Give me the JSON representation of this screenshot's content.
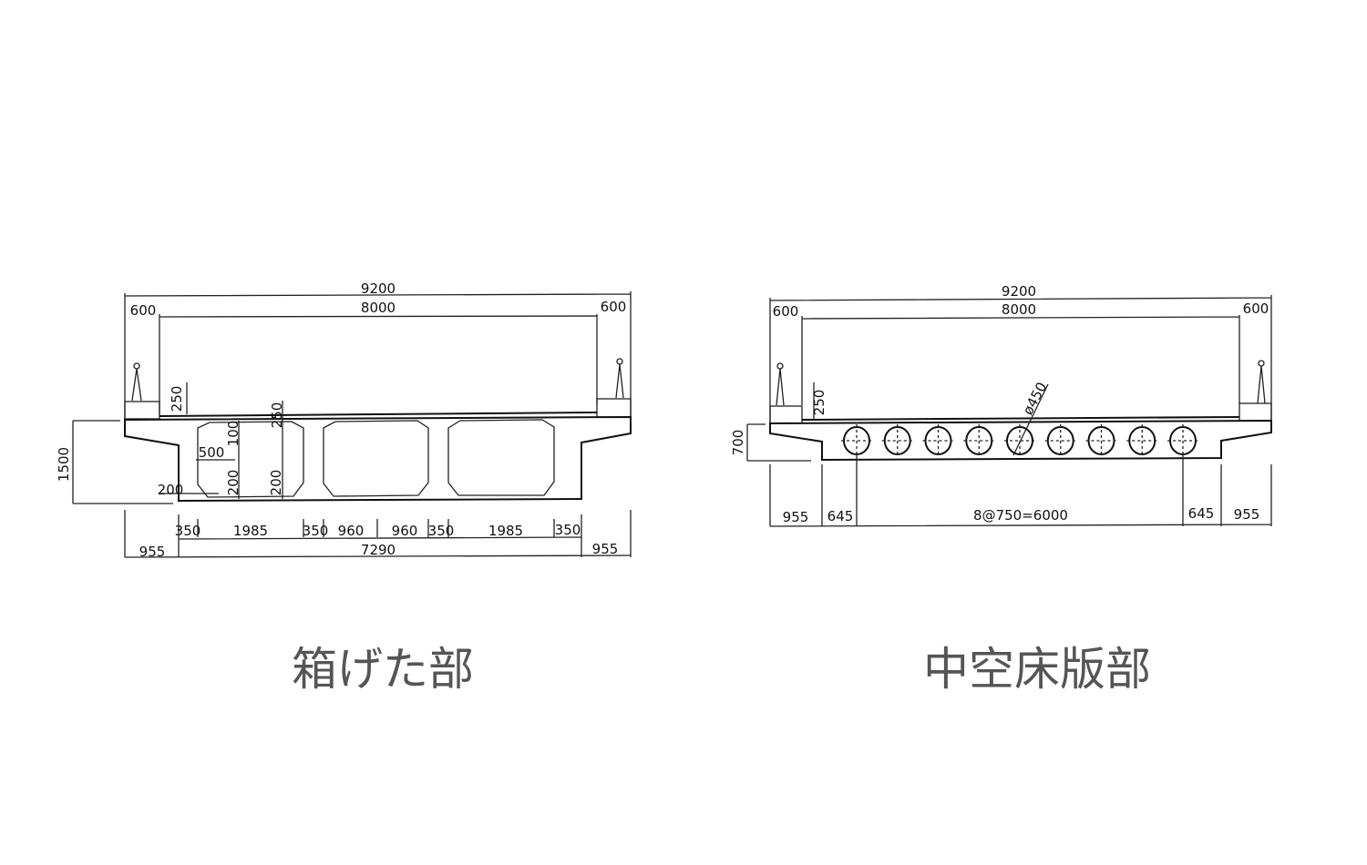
{
  "box_girder": {
    "caption": "箱げた部",
    "dims": {
      "total_width": "9200",
      "roadway": "8000",
      "curb_left": "600",
      "curb_right": "600",
      "height": "1500",
      "curb_h": "250",
      "slab_top": "250",
      "haunch": "100",
      "haunch_w": "500",
      "bottom_a": "200",
      "bottom_b": "200",
      "web_offset": "200",
      "web1": "350",
      "cell1": "1985",
      "web2": "350",
      "half_a": "960",
      "half_b": "960",
      "web3": "350",
      "cell3": "1985",
      "web4": "350",
      "overhang_left": "955",
      "bottom_width": "7290",
      "overhang_right": "955"
    }
  },
  "hollow_slab": {
    "caption": "中空床版部",
    "dims": {
      "total_width": "9200",
      "roadway": "8000",
      "curb_left": "600",
      "curb_right": "600",
      "depth": "700",
      "curb_h": "250",
      "void_dia": "ø450",
      "overhang_left": "955",
      "edge_left": "645",
      "void_spacing": "8@750=6000",
      "edge_right": "645",
      "overhang_right": "955"
    },
    "void_count": 9
  }
}
